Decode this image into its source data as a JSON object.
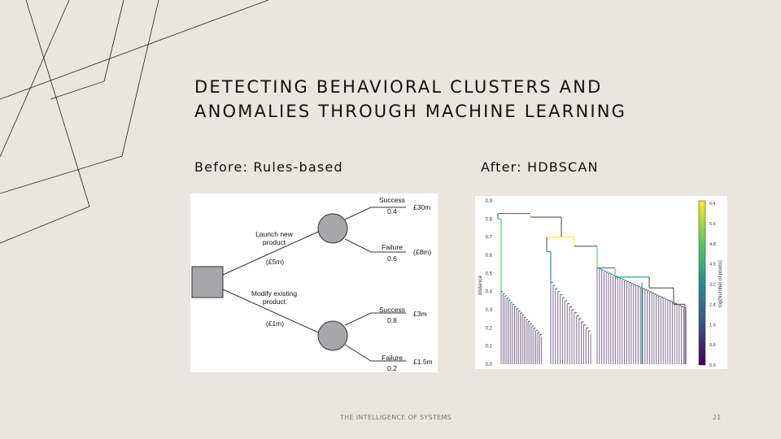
{
  "title_lines": [
    "DETECTING BEHAVIORAL CLUSTERS AND",
    "ANOMALIES THROUGH MACHINE LEARNING"
  ],
  "before_heading": "Before: Rules-based",
  "after_heading": "After: HDBSCAN",
  "decision_tree": {
    "top_branch": {
      "label_lines": [
        "Launch new",
        "product"
      ],
      "cost": "(£5m)",
      "success": {
        "label": "Success",
        "prob": "0.4",
        "payoff": "£30m"
      },
      "failure": {
        "label": "Failure",
        "prob": "0.6",
        "payoff": "(£8m)"
      }
    },
    "bottom_branch": {
      "label_lines": [
        "Modify existing",
        "product"
      ],
      "cost": "(£1m)",
      "success": {
        "label": "Success",
        "prob": "0.8",
        "payoff": "£3m"
      },
      "failure": {
        "label": "Failure",
        "prob": "0.2",
        "payoff": "£1.5m"
      }
    }
  },
  "dendrogram": {
    "y_axis_label": "distance",
    "y_ticks": [
      "0.9",
      "0.8",
      "0.7",
      "0.6",
      "0.5",
      "0.4",
      "0.3",
      "0.2",
      "0.1",
      "0.0"
    ],
    "colorbar_label": "log(Number of points)",
    "colorbar_ticks": [
      "6.4",
      "5.6",
      "4.8",
      "4.0",
      "3.2",
      "2.4",
      "1.6",
      "0.8",
      "0.0"
    ],
    "colors": {
      "low": "#440154",
      "mid": "#21918c",
      "mid_high": "#5ec962",
      "high": "#fde725",
      "neutral": "#555555"
    }
  },
  "footer": {
    "text": "THE INTELLIGENCE OF SYSTEMS",
    "page_number": "21"
  }
}
